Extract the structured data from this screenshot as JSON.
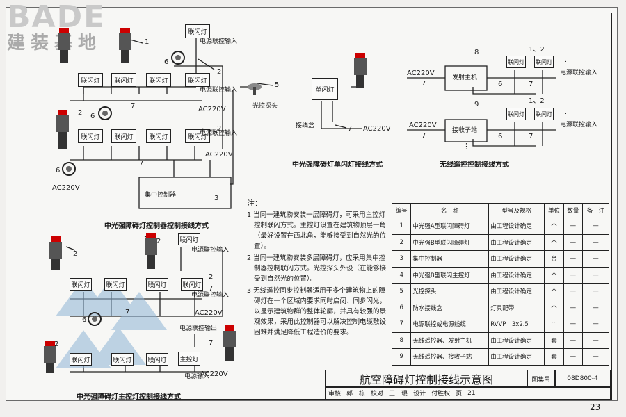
{
  "logo": {
    "brand": "BADE",
    "cn": "建装基地"
  },
  "labels": {
    "lianshan": "联闪灯",
    "danshan": "单闪灯",
    "zhukong": "主控灯",
    "power_input": "电源联控输入",
    "power_output": "电源联控输出",
    "power_in": "电源输入",
    "ac": "AC220V",
    "sensor": "光控探头",
    "junction": "接线盒",
    "controller": "集中控制器",
    "transmitter": "发射主机",
    "receiver": "接收子站",
    "dots": "⋮",
    "ellipsis": "…"
  },
  "numbers": {
    "n1": "1",
    "n2": "2",
    "n3": "3",
    "n5": "5",
    "n6": "6",
    "n7": "7",
    "n8": "8",
    "n9": "9",
    "n12": "1、2"
  },
  "titles": {
    "central": "中光强障碍灯控制器控制接线方式",
    "single": "中光强障碍灯单闪灯接线方式",
    "wireless": "无线遥控控制接线方式",
    "master": "中光强障碍灯主控灯控制接线方式"
  },
  "notes": {
    "heading": "注：",
    "items": [
      "1.当同一建筑物安装一层障碍灯，可采用主控灯控制联闪方式。主控灯设置在建筑物顶层一角（最好设置在西北角，能够接受到自然光的位置）。",
      "2.当同一建筑物安装多层障碍灯，应采用集中控制器控制联闪方式。光控探头外设（在能够接受到自然光的位置）。",
      "3.无线遥控同步控制器适用于多个建筑物上的障碍灯在一个区域内要求同时启闭、同步闪光，以显示建筑物群的整体轮廓，并具有较强的景观效果，采用此控制器可以解决控制电缆敷设困难并满足降低工程造价的要求。"
    ]
  },
  "table": {
    "headers": [
      "编号",
      "名　称",
      "型号及规格",
      "单位",
      "数量",
      "备　注"
    ],
    "rows": [
      [
        "1",
        "中光强A型联闪障碍灯",
        "由工程设计确定",
        "个",
        "—",
        "—"
      ],
      [
        "2",
        "中光强B型联闪障碍灯",
        "由工程设计确定",
        "个",
        "—",
        "—"
      ],
      [
        "3",
        "集中控制器",
        "由工程设计确定",
        "台",
        "—",
        "—"
      ],
      [
        "4",
        "中光强B型联闪主控灯",
        "由工程设计确定",
        "个",
        "—",
        "—"
      ],
      [
        "5",
        "光控探头",
        "由工程设计确定",
        "个",
        "—",
        "—"
      ],
      [
        "6",
        "防水接线盒",
        "灯具配带",
        "个",
        "—",
        "—"
      ],
      [
        "7",
        "电源联控或电源线缆",
        "RVVP　3x2.5",
        "m",
        "—",
        "—"
      ],
      [
        "8",
        "无线遥控器、发射主机",
        "由工程设计确定",
        "套",
        "—",
        "—"
      ],
      [
        "9",
        "无线遥控器、接收子站",
        "由工程设计确定",
        "套",
        "—",
        "—"
      ]
    ]
  },
  "titleblock": {
    "title": "航空障碍灯控制接线示意图",
    "atlas_label": "图集号",
    "atlas_no": "08D800-4",
    "review": "审核",
    "reviewer": "郭　栋",
    "check": "校对",
    "checker": "王　琨",
    "design": "设计",
    "designer": "付胜权",
    "page_label": "页",
    "page_no": "21"
  },
  "page_number": "23"
}
